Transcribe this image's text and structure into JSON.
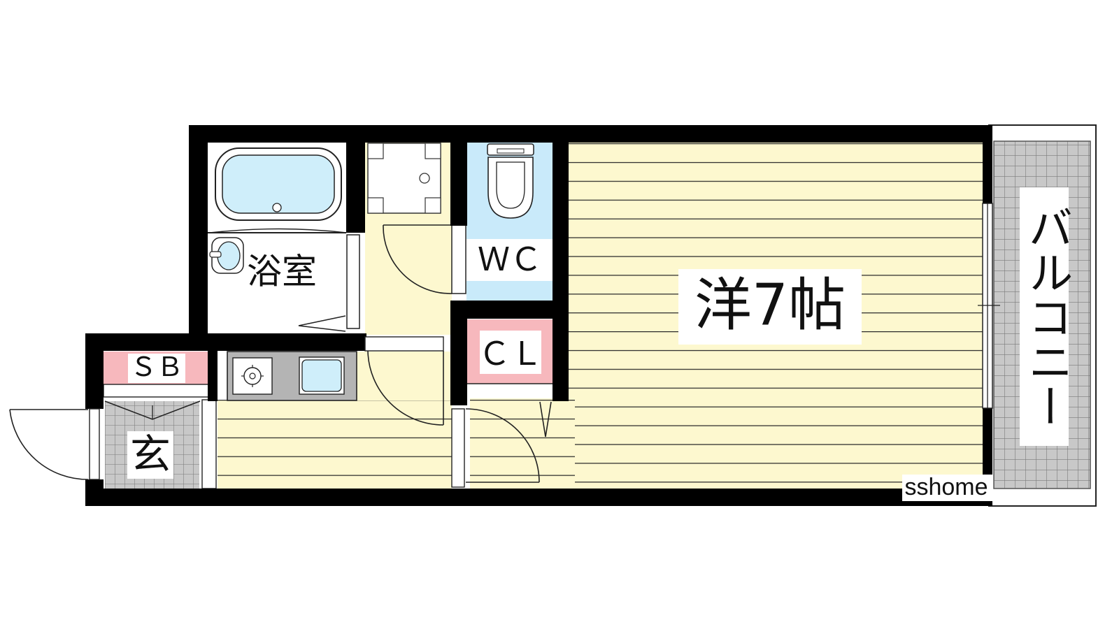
{
  "floorplan": {
    "rooms": {
      "western_room": "洋7帖",
      "bathroom": "浴室",
      "toilet": "ＷＣ",
      "closet": "ＣＬ",
      "shoe_box": "ＳＢ",
      "entrance": "玄",
      "balcony": "バルコニー"
    },
    "watermark": "sshome"
  },
  "colors": {
    "wall": "#000000",
    "floor_yellow": "#fdf8cf",
    "floor_line": "#2a2a2a",
    "bath_blue": "#cfeefa",
    "wc_blue": "#c9eafa",
    "storage_pink": "#f7b8bd",
    "tile_gray": "#c8c8c8",
    "tile_line": "#7a7a7a",
    "kitchen_gray": "#b4b4b4"
  },
  "icons": [
    "bathtub-icon",
    "washbasin-icon",
    "washing-machine-pan-icon",
    "toilet-icon",
    "stove-icon",
    "sink-icon",
    "door-swing-icon"
  ]
}
